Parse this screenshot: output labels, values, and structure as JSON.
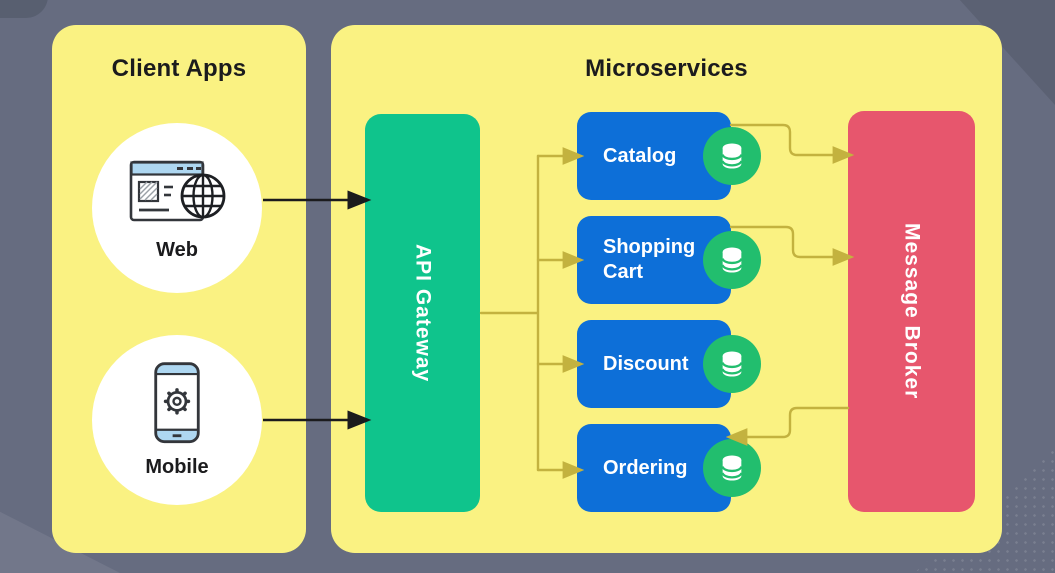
{
  "diagram": {
    "client_apps": {
      "title": "Client Apps",
      "clients": [
        {
          "id": "web",
          "label": "Web",
          "icon": "browser-globe-icon"
        },
        {
          "id": "mobile",
          "label": "Mobile",
          "icon": "mobile-gear-icon"
        }
      ]
    },
    "microservices": {
      "title": "Microservices",
      "gateway": {
        "label": "API Gateway"
      },
      "services": [
        {
          "id": "catalog",
          "label": "Catalog",
          "has_database": true
        },
        {
          "id": "shopping-cart",
          "label": "Shopping Cart",
          "has_database": true
        },
        {
          "id": "discount",
          "label": "Discount",
          "has_database": true
        },
        {
          "id": "ordering",
          "label": "Ordering",
          "has_database": true
        }
      ],
      "broker": {
        "label": "Message Broker"
      }
    },
    "connections": [
      {
        "from": "web",
        "to": "api-gateway",
        "style": "black-arrow"
      },
      {
        "from": "mobile",
        "to": "api-gateway",
        "style": "black-arrow"
      },
      {
        "from": "api-gateway",
        "to": "catalog",
        "style": "olive-arrow"
      },
      {
        "from": "api-gateway",
        "to": "shopping-cart",
        "style": "olive-arrow"
      },
      {
        "from": "api-gateway",
        "to": "discount",
        "style": "olive-arrow"
      },
      {
        "from": "api-gateway",
        "to": "ordering",
        "style": "olive-arrow"
      },
      {
        "from": "catalog",
        "to": "message-broker",
        "style": "olive-arrow"
      },
      {
        "from": "shopping-cart",
        "to": "message-broker",
        "style": "olive-arrow"
      },
      {
        "from": "message-broker",
        "to": "ordering",
        "style": "olive-arrow"
      }
    ],
    "colors": {
      "background": "#666C80",
      "panel_yellow": "#FAF282",
      "gateway_green": "#0FC48C",
      "service_blue": "#0D6FD8",
      "database_green": "#22BE6E",
      "broker_red": "#E7566D",
      "connector_olive": "#C3B23F",
      "connector_black": "#1B1B1D",
      "text_dark": "#1B1B1D",
      "text_light": "#FFFFFF"
    }
  }
}
